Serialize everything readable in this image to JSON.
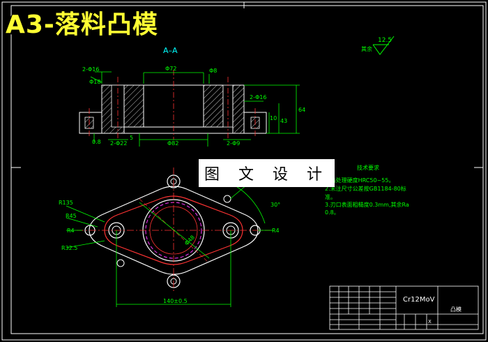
{
  "title": "A3-落料凸模",
  "watermark": "图 文 设 计",
  "section_label": "A–A",
  "roughness": {
    "other_label": "其余",
    "value": "12.5"
  },
  "tech_requirements": {
    "heading": "技术要求",
    "lines": [
      "1.热处理硬度HRC50~55。",
      "2.未注尺寸公差按GB1184-80标",
      "准。",
      "3.刃口表面粗糙度0.3mm,其余Ra",
      "0.8。"
    ]
  },
  "material": "Cr12MoV",
  "title_block_label": "凸模",
  "scale_mark": "X",
  "section_dims": {
    "top_left": "2-Φ16",
    "left_a": "Φ18",
    "top_center": "Φ72",
    "right_top": "Φ8",
    "right_mid": "2-Φ16",
    "height_total": "64",
    "height_b": "43",
    "height_c": "10",
    "bottom_left": "2-Φ22",
    "bottom_center": "Φ82",
    "bottom_right": "2-Φ9",
    "left_small": "0.8",
    "center_small": "5"
  },
  "plan_dims": {
    "r_outer": "R135",
    "r_mid": "R45",
    "r_left": "R4",
    "r_bottom": "R32.5",
    "d_center": "Φ48",
    "angle": "30°",
    "right_label": "R4",
    "width": "140±0.5"
  }
}
